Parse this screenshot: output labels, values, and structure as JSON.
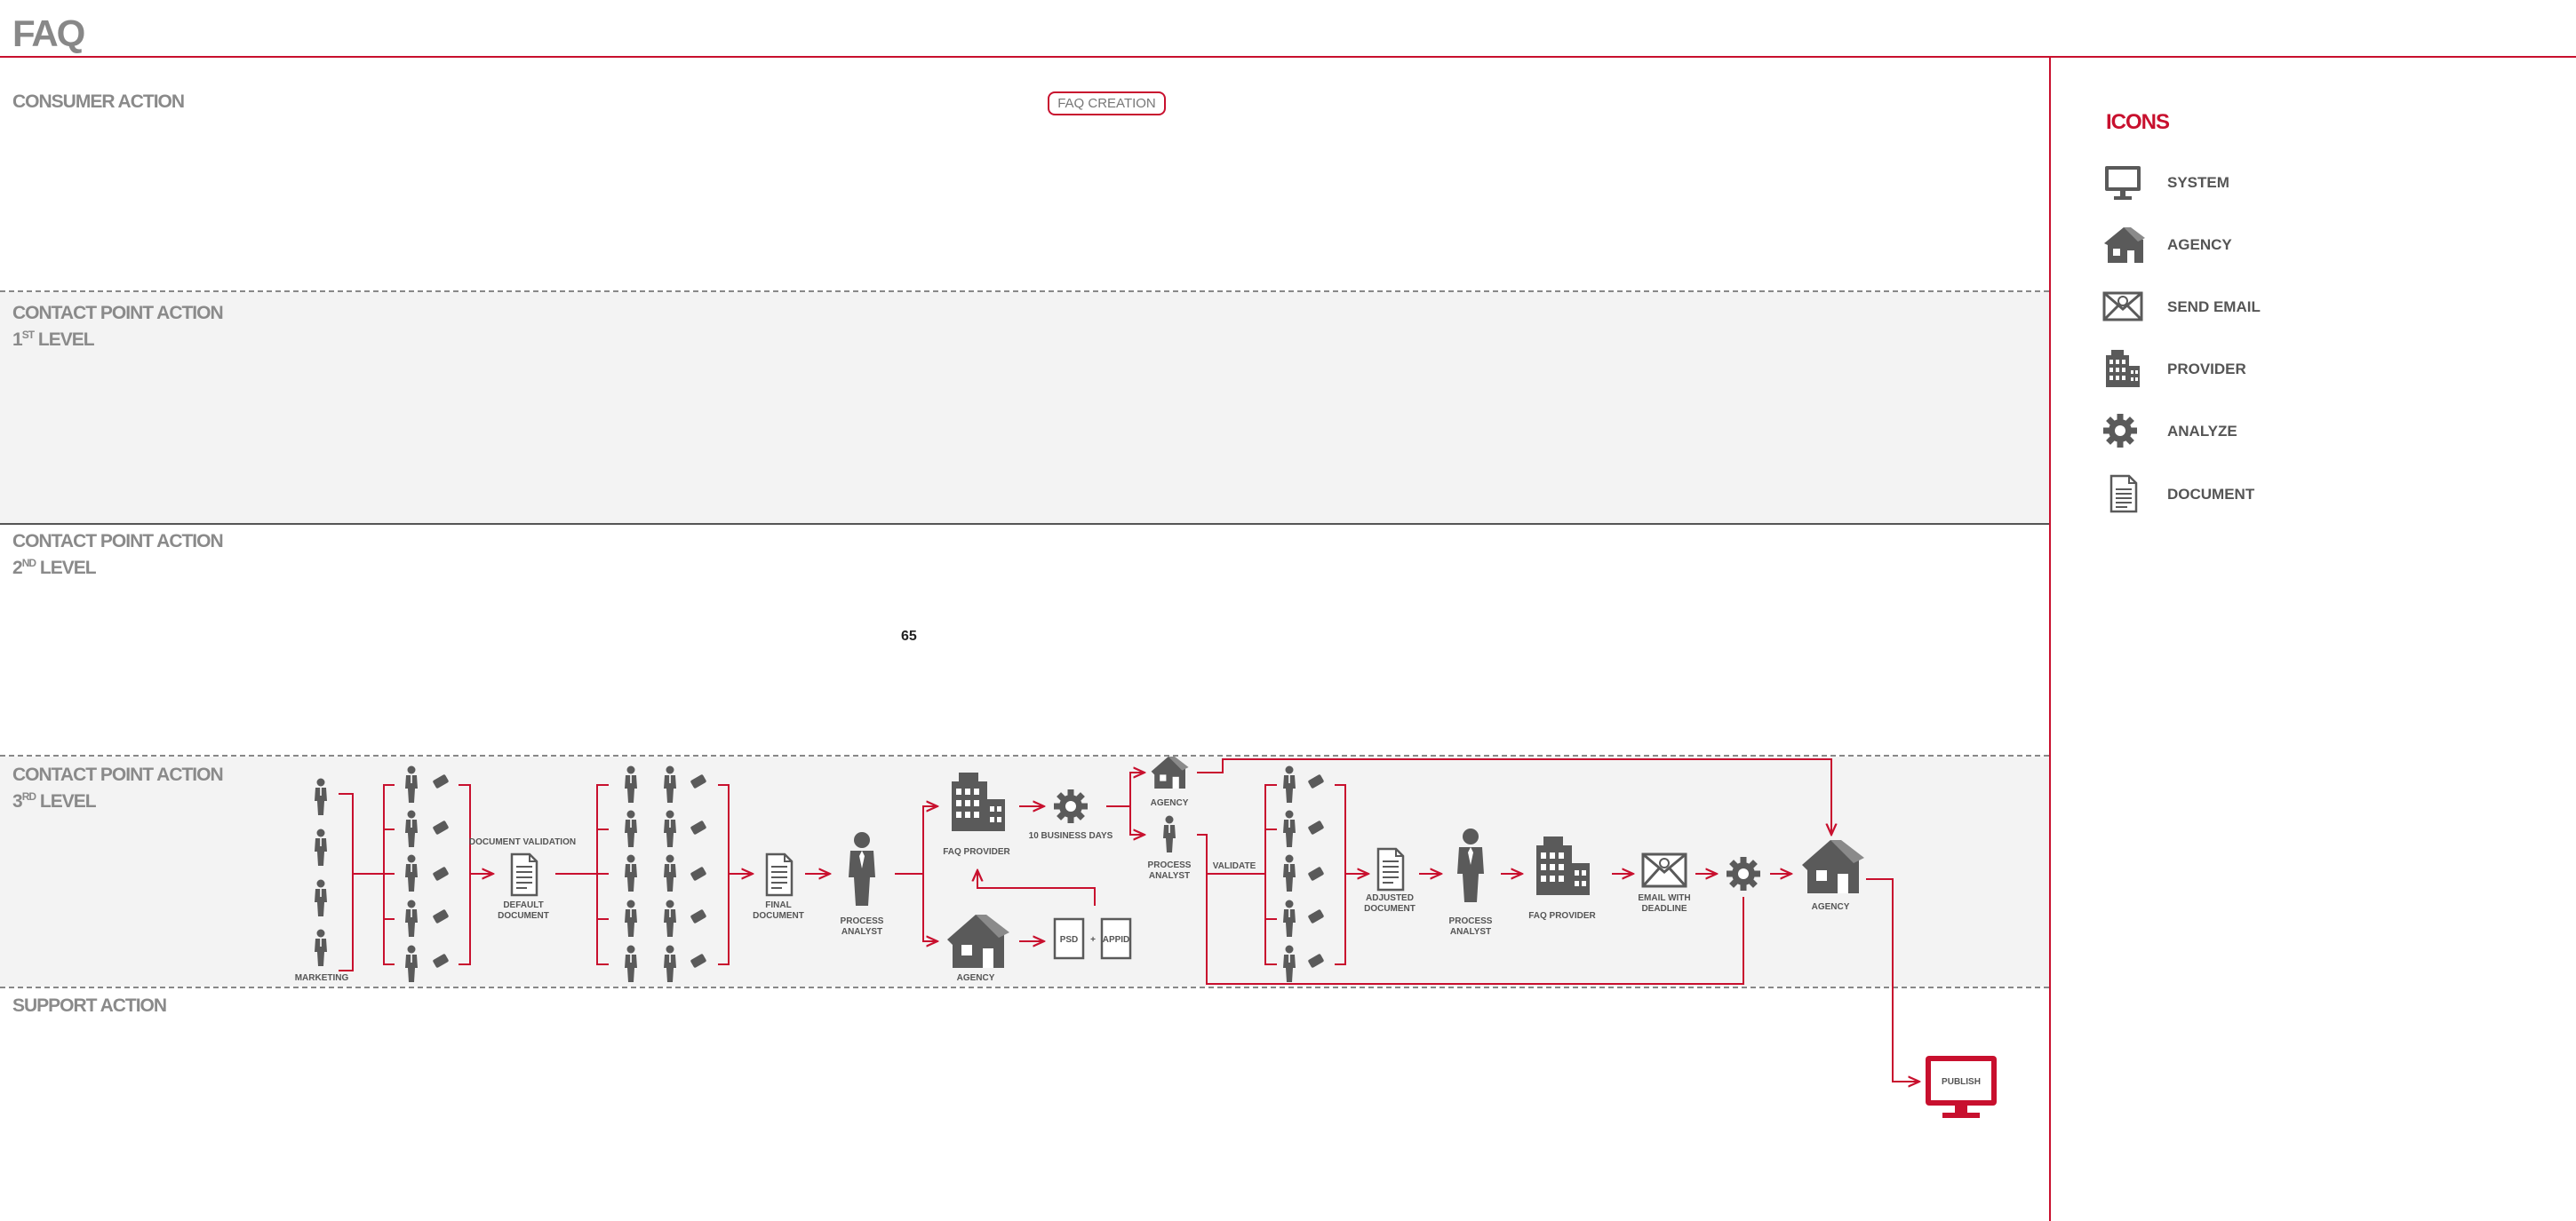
{
  "page": {
    "title": "FAQ",
    "page_number": "65"
  },
  "lanes": [
    {
      "line1": "CONSUMER ACTION",
      "line2": ""
    },
    {
      "line1": "CONTACT POINT ACTION",
      "line2_num": "1",
      "line2_sup": "ST",
      "line2_rest": " LEVEL"
    },
    {
      "line1": "CONTACT POINT ACTION",
      "line2_num": "2",
      "line2_sup": "ND",
      "line2_rest": " LEVEL"
    },
    {
      "line1": "CONTACT POINT ACTION",
      "line2_num": "3",
      "line2_sup": "RD",
      "line2_rest": " LEVEL"
    },
    {
      "line1": "SUPPORT ACTION",
      "line2": ""
    }
  ],
  "start_label": "FAQ CREATION",
  "legend": {
    "title": "ICONS",
    "items": [
      {
        "label": "SYSTEM",
        "icon": "monitor-icon"
      },
      {
        "label": "AGENCY",
        "icon": "house-icon"
      },
      {
        "label": "SEND EMAIL",
        "icon": "envelope-icon"
      },
      {
        "label": "PROVIDER",
        "icon": "building-icon"
      },
      {
        "label": "ANALYZE",
        "icon": "gear-icon"
      },
      {
        "label": "DOCUMENT",
        "icon": "document-icon"
      }
    ]
  },
  "flow": {
    "marketing": "MARKETING",
    "document_validation": "DOCUMENT VALIDATION",
    "default_document": [
      "DEFAULT",
      "DOCUMENT"
    ],
    "final_document": [
      "FINAL",
      "DOCUMENT"
    ],
    "process_analyst": [
      "PROCESS",
      "ANALYST"
    ],
    "faq_provider": "FAQ PROVIDER",
    "ten_business_days": "10 BUSINESS DAYS",
    "agency": "AGENCY",
    "psd": "PSD",
    "plus": "+",
    "appid": "APPID",
    "validate": "VALIDATE",
    "adjusted_document": [
      "ADJUSTED",
      "DOCUMENT"
    ],
    "email_with_deadline": [
      "EMAIL WITH",
      "DEADLINE"
    ],
    "publish": "PUBLISH"
  },
  "colors": {
    "accent": "#c8102e",
    "icon": "#5a5a5a",
    "lane_bg": "#f3f3f3",
    "label": "#8a8a8a"
  }
}
